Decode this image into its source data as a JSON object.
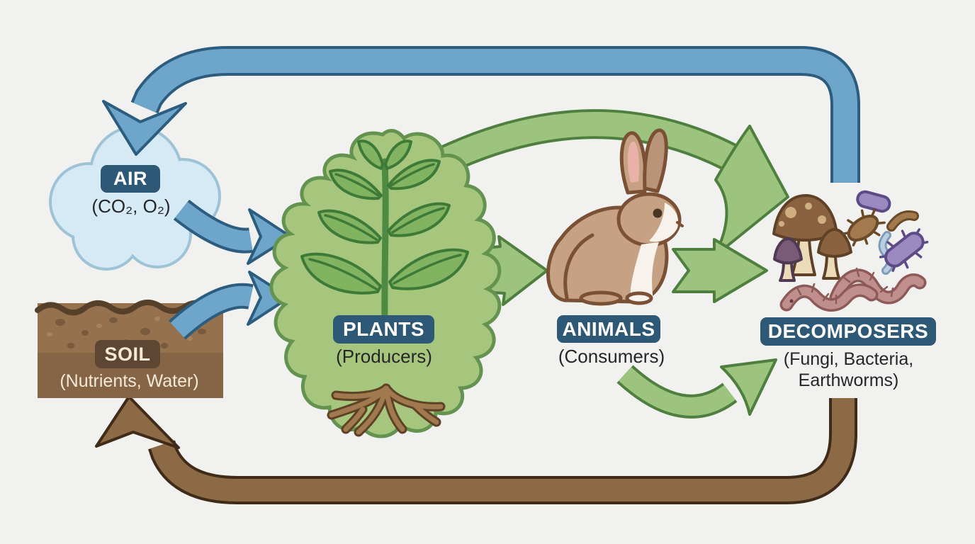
{
  "diagram": {
    "type": "ecosystem-nutrient-cycle",
    "nodes": {
      "air": {
        "label": "AIR",
        "subtitle": "(CO₂, O₂)"
      },
      "soil": {
        "label": "SOIL",
        "subtitle": "(Nutrients, Water)"
      },
      "plants": {
        "label": "PLANTS",
        "subtitle": "(Producers)"
      },
      "animals": {
        "label": "ANIMALS",
        "subtitle": "(Consumers)"
      },
      "decomposers": {
        "label": "DECOMPOSERS",
        "subtitle_line1": "(Fungi, Bacteria,",
        "subtitle_line2": "Earthworms)"
      }
    },
    "edges": [
      {
        "from": "air",
        "to": "plants",
        "color": "blue"
      },
      {
        "from": "soil",
        "to": "plants",
        "color": "blue"
      },
      {
        "from": "plants",
        "to": "animals",
        "color": "green"
      },
      {
        "from": "plants",
        "to": "decomposers",
        "color": "green",
        "style": "arc-over-top"
      },
      {
        "from": "animals",
        "to": "decomposers",
        "color": "green",
        "style": "straight"
      },
      {
        "from": "animals",
        "to": "decomposers",
        "color": "green",
        "style": "curved-below"
      },
      {
        "from": "decomposers",
        "to": "air",
        "color": "blue",
        "style": "loop-top"
      },
      {
        "from": "decomposers",
        "to": "soil",
        "color": "brown",
        "style": "loop-bottom"
      }
    ],
    "decomposer_icons": [
      "mushrooms",
      "bacteria",
      "earthworms"
    ],
    "colors": {
      "background": "#f1f1ef",
      "blue_arrow": "#6ea6cb",
      "blue_arrow_outline": "#2c5d7e",
      "green_arrow": "#9dc47e",
      "green_arrow_outline": "#4e7f3f",
      "brown_arrow": "#8b6a45",
      "brown_arrow_outline": "#3f2b18",
      "label_box": "#2d5876",
      "soil_label_box": "#5d4732",
      "cloud_fill": "#d5eaf5",
      "cloud_outline": "#9fc3d6",
      "plant_blob": "#a6c67e"
    }
  }
}
